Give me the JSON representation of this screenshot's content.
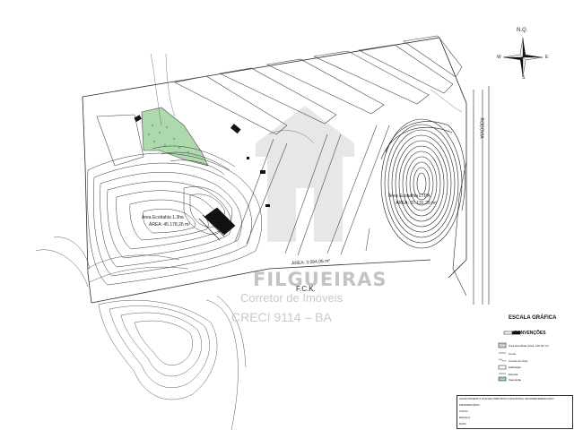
{
  "watermark": {
    "name": "FILGUEIRAS",
    "subtitle": "Corretor de Imóveis",
    "creci": "CRECI 9114 – BA"
  },
  "map_labels": {
    "fck": "F.C.K.",
    "area_main": "ÁREA: 3.094,06 m²",
    "area_left_title": "Área Ecobahia 1.3ha",
    "area_left_value": "ÁREA: 45.178,26 m²",
    "area_right_title": "Área Ecobahia LTDA",
    "area_right_value": "ÁREA: 37.131,25 m²",
    "road": "RODOVIA"
  },
  "compass": {
    "n": "N.Q.",
    "s": "S",
    "w": "W",
    "e": "E"
  },
  "legend": {
    "scale_title": "ESCALA GRÁFICA",
    "conventions_title": "CONVENÇÕES",
    "items": [
      "Área Escolhida (Área: 100,00 m²)",
      "Cerca",
      "Curvas de Nível",
      "Edificação",
      "Estrada",
      "Vegetação"
    ]
  },
  "title_block": {
    "heading": "LEVANTAMENTO PLANIALTIMÉTRICO CADASTRAL GEORREFERENCIADO",
    "rows": [
      "PROPRIETÁRIO: ",
      "LOCAL: ",
      "ESCALA: ",
      "DATA: "
    ]
  },
  "colors": {
    "line": "#2b2b2b",
    "vegetation": "#9fd39f",
    "watermark": "#b9b9b9",
    "building": "#111111"
  }
}
